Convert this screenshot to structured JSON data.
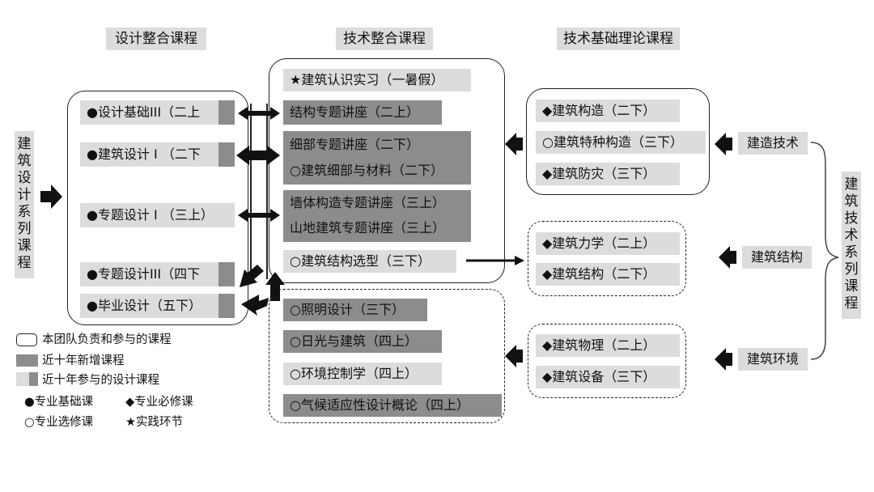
{
  "headers": {
    "design": "设计整合课程",
    "tech": "技术整合课程",
    "basic": "技术基础理论课程"
  },
  "left_vertical": "建筑设计系列课程",
  "right_vertical": "建筑技术系列课程",
  "design_courses": [
    "●设计基础III（二上",
    "●建筑设计 I （二下",
    "●专题设计 I （三上）",
    "●专题设计III（四下",
    "●毕业设计（五下）"
  ],
  "tech_courses": {
    "practice": "★建筑认识实习（一暑假）",
    "structure_lecture": "结构专题讲座（二上）",
    "detail_lecture": "细部专题讲座（二下）",
    "detail_material": "○建筑细部与材料（二下）",
    "wall_lecture": "墙体构造专题讲座（三上）",
    "mountain_lecture": "山地建筑专题讲座（三上）",
    "structure_selection": "○建筑结构选型（三下）",
    "lighting": "○照明设计（三下）",
    "sunlight": "○日光与建筑（四上）",
    "env_control": "○环境控制学（四上）",
    "climate": "○气候适应性设计概论（四上）"
  },
  "basic_courses": {
    "construction": [
      "◆建筑构造（二下）",
      "○建筑特种构造（三下）",
      "◆建筑防灾（三下）"
    ],
    "mechanics": [
      "◆建筑力学（二上）",
      "◆建筑结构（二下）"
    ],
    "physics": [
      "◆建筑物理（二上）",
      "◆建筑设备（三下）"
    ]
  },
  "categories": {
    "construction_tech": "建造技术",
    "building_structure": "建筑结构",
    "building_env": "建筑环境"
  },
  "legend": {
    "team_course": "本团队负责和参与的课程",
    "new_course": "近十年新增课程",
    "participated_design": "近十年参与的设计课程",
    "basic_course": "●专业基础课",
    "required_course": "◆专业必修课",
    "elective_course": "○专业选修课",
    "practice": "★实践环节"
  },
  "colors": {
    "light_gray": "#dcdcdc",
    "dark_gray": "#8c8c8c",
    "line": "#222222"
  }
}
